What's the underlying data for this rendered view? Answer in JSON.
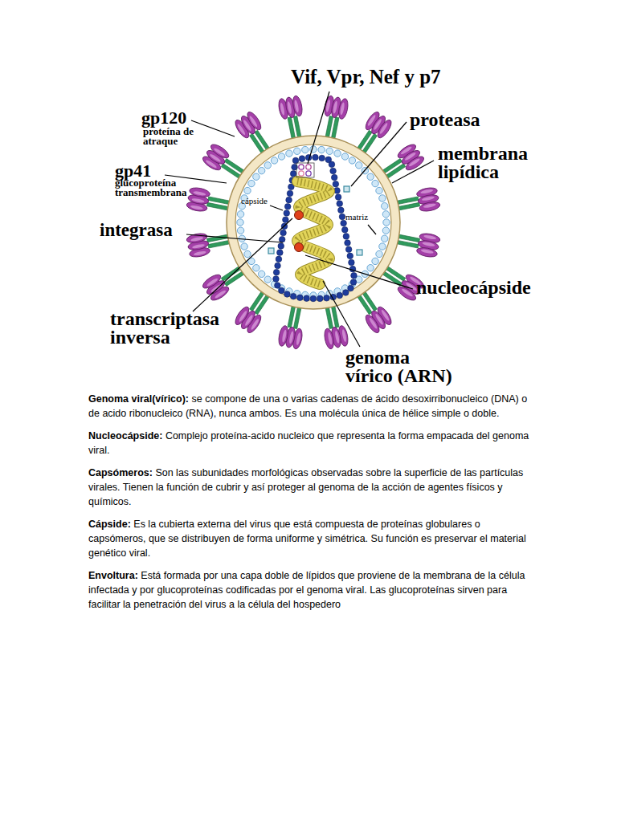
{
  "diagram": {
    "labels": [
      "Vif, Vpr, Nef y p7",
      "gp120",
      "proteína de atraque",
      "proteasa",
      "membrana lipídica",
      "gp41",
      "glucoproteína transmembrana",
      "cápside",
      "matriz",
      "integrasa",
      "nucleocápside",
      "transcriptasa inversa",
      "genoma vírico (ARN)",
      "Genoma viral(vírico):",
      "se compone de una o varias cadenas de ácido desoxirribonucleico (DNA) o de acido ribonucleico (RNA), nunca ambos. Es una molécula única de hélice simple o doble.",
      "Nucleocápside:",
      "Complejo proteína-acido nucleico que representa la forma empacada del genoma viral.",
      "Capsómeros:",
      "Son las subunidades morfológicas observadas sobre la superficie de las partículas virales. Tienen la función de cubrir y así proteger al genoma de la acción de agentes físicos y químicos.",
      "Cápside:",
      "Es la cubierta externa del virus que está compuesta de proteínas globulares o capsómeros, que se distribuyen de forma uniforme y simétrica. Su función es preservar el material genético viral.",
      "Envoltura:",
      "Está formada por una capa doble de lípidos que proviene de la membrana de la célula infectada y por glucoproteínas codificadas por el genoma viral. Las glucoproteínas sirven para facilitar la penetración del virus a la célula del hospedero"
    ]
  }
}
